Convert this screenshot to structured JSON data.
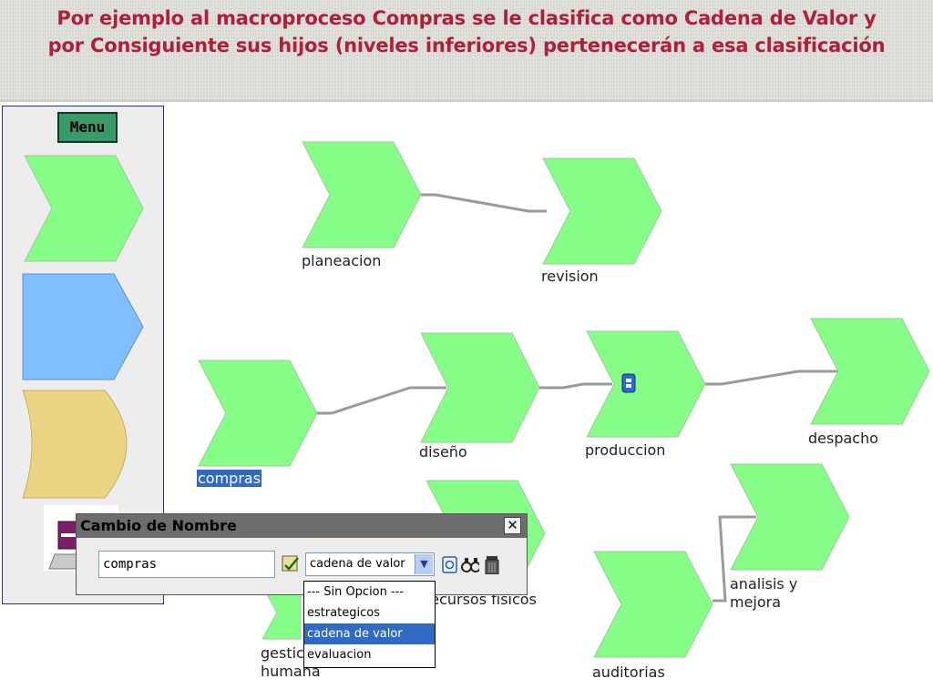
{
  "slide": {
    "title_line1": "Por ejemplo al macroproceso Compras se le clasifica como Cadena de Valor y",
    "title_line2": "por Consiguiente sus hijos (niveles inferiores) pertenecerán a esa clasificación"
  },
  "menu": {
    "label": "Menu",
    "shapes": [
      "chevron-green",
      "pentagon-blue",
      "curved-tan"
    ]
  },
  "diagram": {
    "nodes": [
      {
        "id": "planeacion",
        "label": "planeacion"
      },
      {
        "id": "revision",
        "label": "revision"
      },
      {
        "id": "compras",
        "label": "compras",
        "selected": true
      },
      {
        "id": "diseno",
        "label": "diseño"
      },
      {
        "id": "produccion",
        "label": "produccion"
      },
      {
        "id": "despacho",
        "label": "despacho"
      },
      {
        "id": "recursos-fisicos",
        "label": "recursos físicos"
      },
      {
        "id": "gestion-humana",
        "label": "gestic\nhumana"
      },
      {
        "id": "auditorias",
        "label": "auditorias"
      },
      {
        "id": "analisis-mejora",
        "label": "analisis y\nmejora"
      }
    ]
  },
  "dialog": {
    "title": "Cambio de Nombre",
    "close": "✕",
    "name_value": "compras",
    "select_value": "cadena de valor",
    "options": [
      "--- Sin Opcion ---",
      "estrategicos",
      "cadena de valor",
      "evaluacion"
    ],
    "selected_option": "cadena de valor"
  },
  "colors": {
    "title": "#b01e3a",
    "chevron_fill": "#86fd86",
    "menu_blue": "#80bfff",
    "menu_tan": "#e9d484",
    "connector": "#9a9a9a",
    "selection": "#316ac5"
  }
}
